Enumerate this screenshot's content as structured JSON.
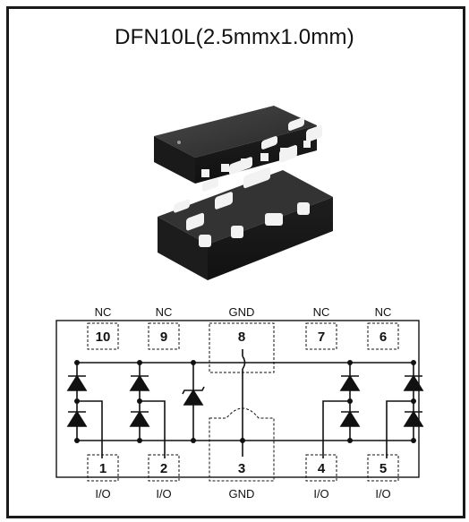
{
  "title": "DFN10L(2.5mmx1.0mm)",
  "top_pins": [
    {
      "number": "10",
      "label": "NC"
    },
    {
      "number": "9",
      "label": "NC"
    },
    {
      "number": "8",
      "label": "GND"
    },
    {
      "number": "7",
      "label": "NC"
    },
    {
      "number": "6",
      "label": "NC"
    }
  ],
  "bottom_pins": [
    {
      "number": "1",
      "label": "I/O"
    },
    {
      "number": "2",
      "label": "I/O"
    },
    {
      "number": "3",
      "label": "GND"
    },
    {
      "number": "4",
      "label": "I/O"
    },
    {
      "number": "5",
      "label": "I/O"
    }
  ],
  "colors": {
    "package_body": "#2b2b2b",
    "pad": "#f2f2f2",
    "line": "#111111"
  }
}
